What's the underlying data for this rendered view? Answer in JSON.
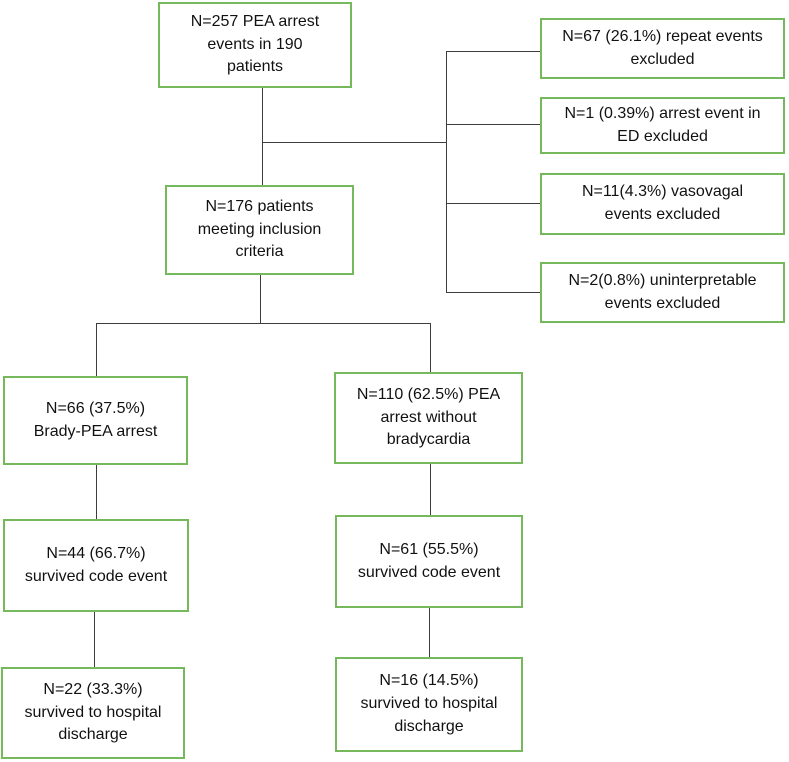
{
  "colors": {
    "box_border": "#76b85c",
    "connector": "#3d3d3d",
    "text": "#111111",
    "background": "#ffffff"
  },
  "nodes": {
    "total_events": {
      "text": "N=257 PEA arrest\nevents in 190\npatients"
    },
    "excluded_repeat": {
      "text": "N=67 (26.1%) repeat events\nexcluded"
    },
    "excluded_ed": {
      "text": "N=1 (0.39%) arrest event in\nED excluded"
    },
    "excluded_vasovagal": {
      "text": "N=11(4.3%) vasovagal\nevents excluded"
    },
    "excluded_uninterpretable": {
      "text": "N=2(0.8%) uninterpretable\nevents excluded"
    },
    "inclusion": {
      "text": "N=176 patients\nmeeting inclusion\ncriteria"
    },
    "brady_pea": {
      "text": "N=66 (37.5%)\nBrady-PEA arrest"
    },
    "pea_without_brady": {
      "text": "N=110 (62.5%) PEA\narrest without\nbradycardia"
    },
    "brady_survived_code": {
      "text": "N=44 (66.7%)\nsurvived code event"
    },
    "no_brady_survived_code": {
      "text": "N=61 (55.5%)\nsurvived code event"
    },
    "brady_survived_discharge": {
      "text": "N=22 (33.3%)\nsurvived to hospital\ndischarge"
    },
    "no_brady_survived_discharge": {
      "text": "N=16 (14.5%)\nsurvived to hospital\ndischarge"
    }
  }
}
